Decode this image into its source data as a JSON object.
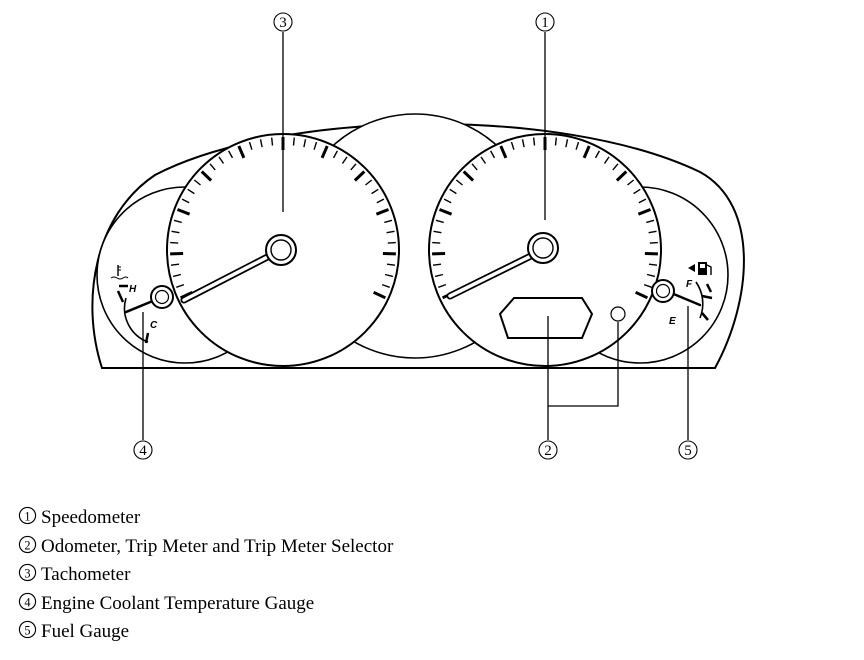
{
  "callouts": [
    {
      "number": "1",
      "part": "speedometer"
    },
    {
      "number": "2",
      "part": "odometer-trip-meter"
    },
    {
      "number": "3",
      "part": "tachometer"
    },
    {
      "number": "4",
      "part": "coolant-gauge"
    },
    {
      "number": "5",
      "part": "fuel-gauge"
    }
  ],
  "temperature_gauge": {
    "hot_label": "H",
    "cold_label": "C",
    "icon": "coolant-thermometer-icon"
  },
  "fuel_gauge": {
    "full_label": "F",
    "empty_label": "E",
    "icon": "fuel-pump-icon"
  },
  "legend": [
    {
      "number": "1",
      "text": "Speedometer"
    },
    {
      "number": "2",
      "text": "Odometer, Trip Meter and Trip Meter Selector"
    },
    {
      "number": "3",
      "text": "Tachometer"
    },
    {
      "number": "4",
      "text": "Engine Coolant Temperature Gauge"
    },
    {
      "number": "5",
      "text": "Fuel Gauge"
    }
  ]
}
